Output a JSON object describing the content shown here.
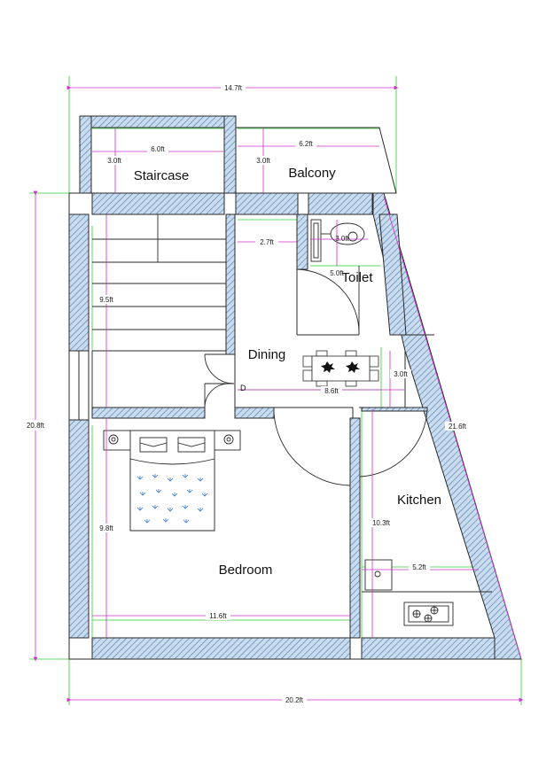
{
  "rooms": {
    "staircase": "Staircase",
    "balcony": "Balcony",
    "toilet": "Toilet",
    "dining": "Dining",
    "bedroom": "Bedroom",
    "kitchen": "Kitchen"
  },
  "door_marker": "D",
  "dimensions": {
    "total_top_width": "14.7ft",
    "total_bottom_width": "20.2ft",
    "total_height": "20.8ft",
    "staircase_width": "6.0ft",
    "staircase_depth": "3.0ft",
    "balcony_width": "6.2ft",
    "balcony_depth": "3.0ft",
    "passage_width": "2.7ft",
    "toilet_width": "3.0ft",
    "toilet_depth": "5.0ft",
    "stair_length": "9.5ft",
    "dining_width": "8.6ft",
    "dining_depth": "3.0ft",
    "right_slant_wall": "21.6ft",
    "bedroom_depth": "9.8ft",
    "bedroom_width": "11.6ft",
    "kitchen_depth": "10.3ft",
    "kitchen_width": "5.2ft"
  },
  "colors": {
    "wall_fill": "#c9dcef",
    "wall_hatch": "#4f79a8",
    "outline": "#2a2a2a",
    "dimension_line": "#cc33cc",
    "guide_line": "#33cc33",
    "furniture_pattern": "#3a7fd5"
  }
}
